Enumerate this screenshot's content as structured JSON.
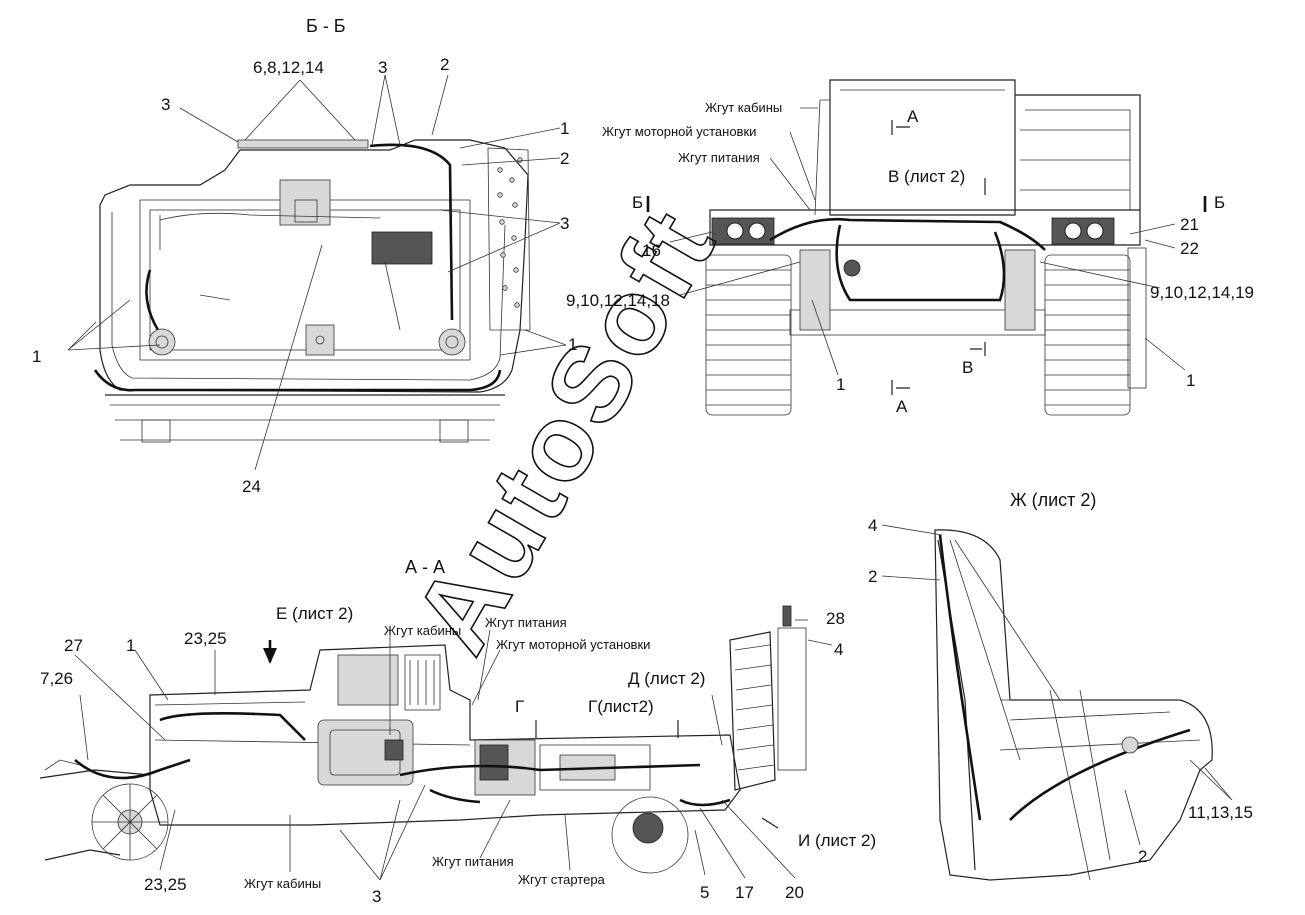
{
  "views": {
    "bb": {
      "title": "Б - Б",
      "callouts": [
        "6,8,12,14",
        "3",
        "2",
        "3",
        "1",
        "2",
        "3",
        "1",
        "1",
        "24"
      ]
    },
    "front": {
      "callouts": [
        "Жгут кабины",
        "Жгут моторной установки",
        "Жгут питания",
        "Б",
        "Б",
        "16",
        "21",
        "22",
        "9,10,12,14,18",
        "9,10,12,14,19",
        "1",
        "1",
        "В (лист 2)",
        "В",
        "А",
        "А"
      ]
    },
    "aa": {
      "title": "А - А",
      "callouts": [
        "Е (лист 2)",
        "Жгут кабины",
        "Жгут питания",
        "Жгут моторной установки",
        "27",
        "1",
        "23,25",
        "7,26",
        "Г",
        "Г(лист2)",
        "Д (лист 2)",
        "28",
        "4",
        "И (лист 2)",
        "23,25",
        "Жгут кабины",
        "3",
        "Жгут питания",
        "Жгут стартера",
        "5",
        "17",
        "20"
      ]
    },
    "zh": {
      "title": "Ж (лист 2)",
      "callouts": [
        "4",
        "2",
        "11,13,15",
        "2"
      ]
    }
  },
  "watermark": "AutoSoft"
}
